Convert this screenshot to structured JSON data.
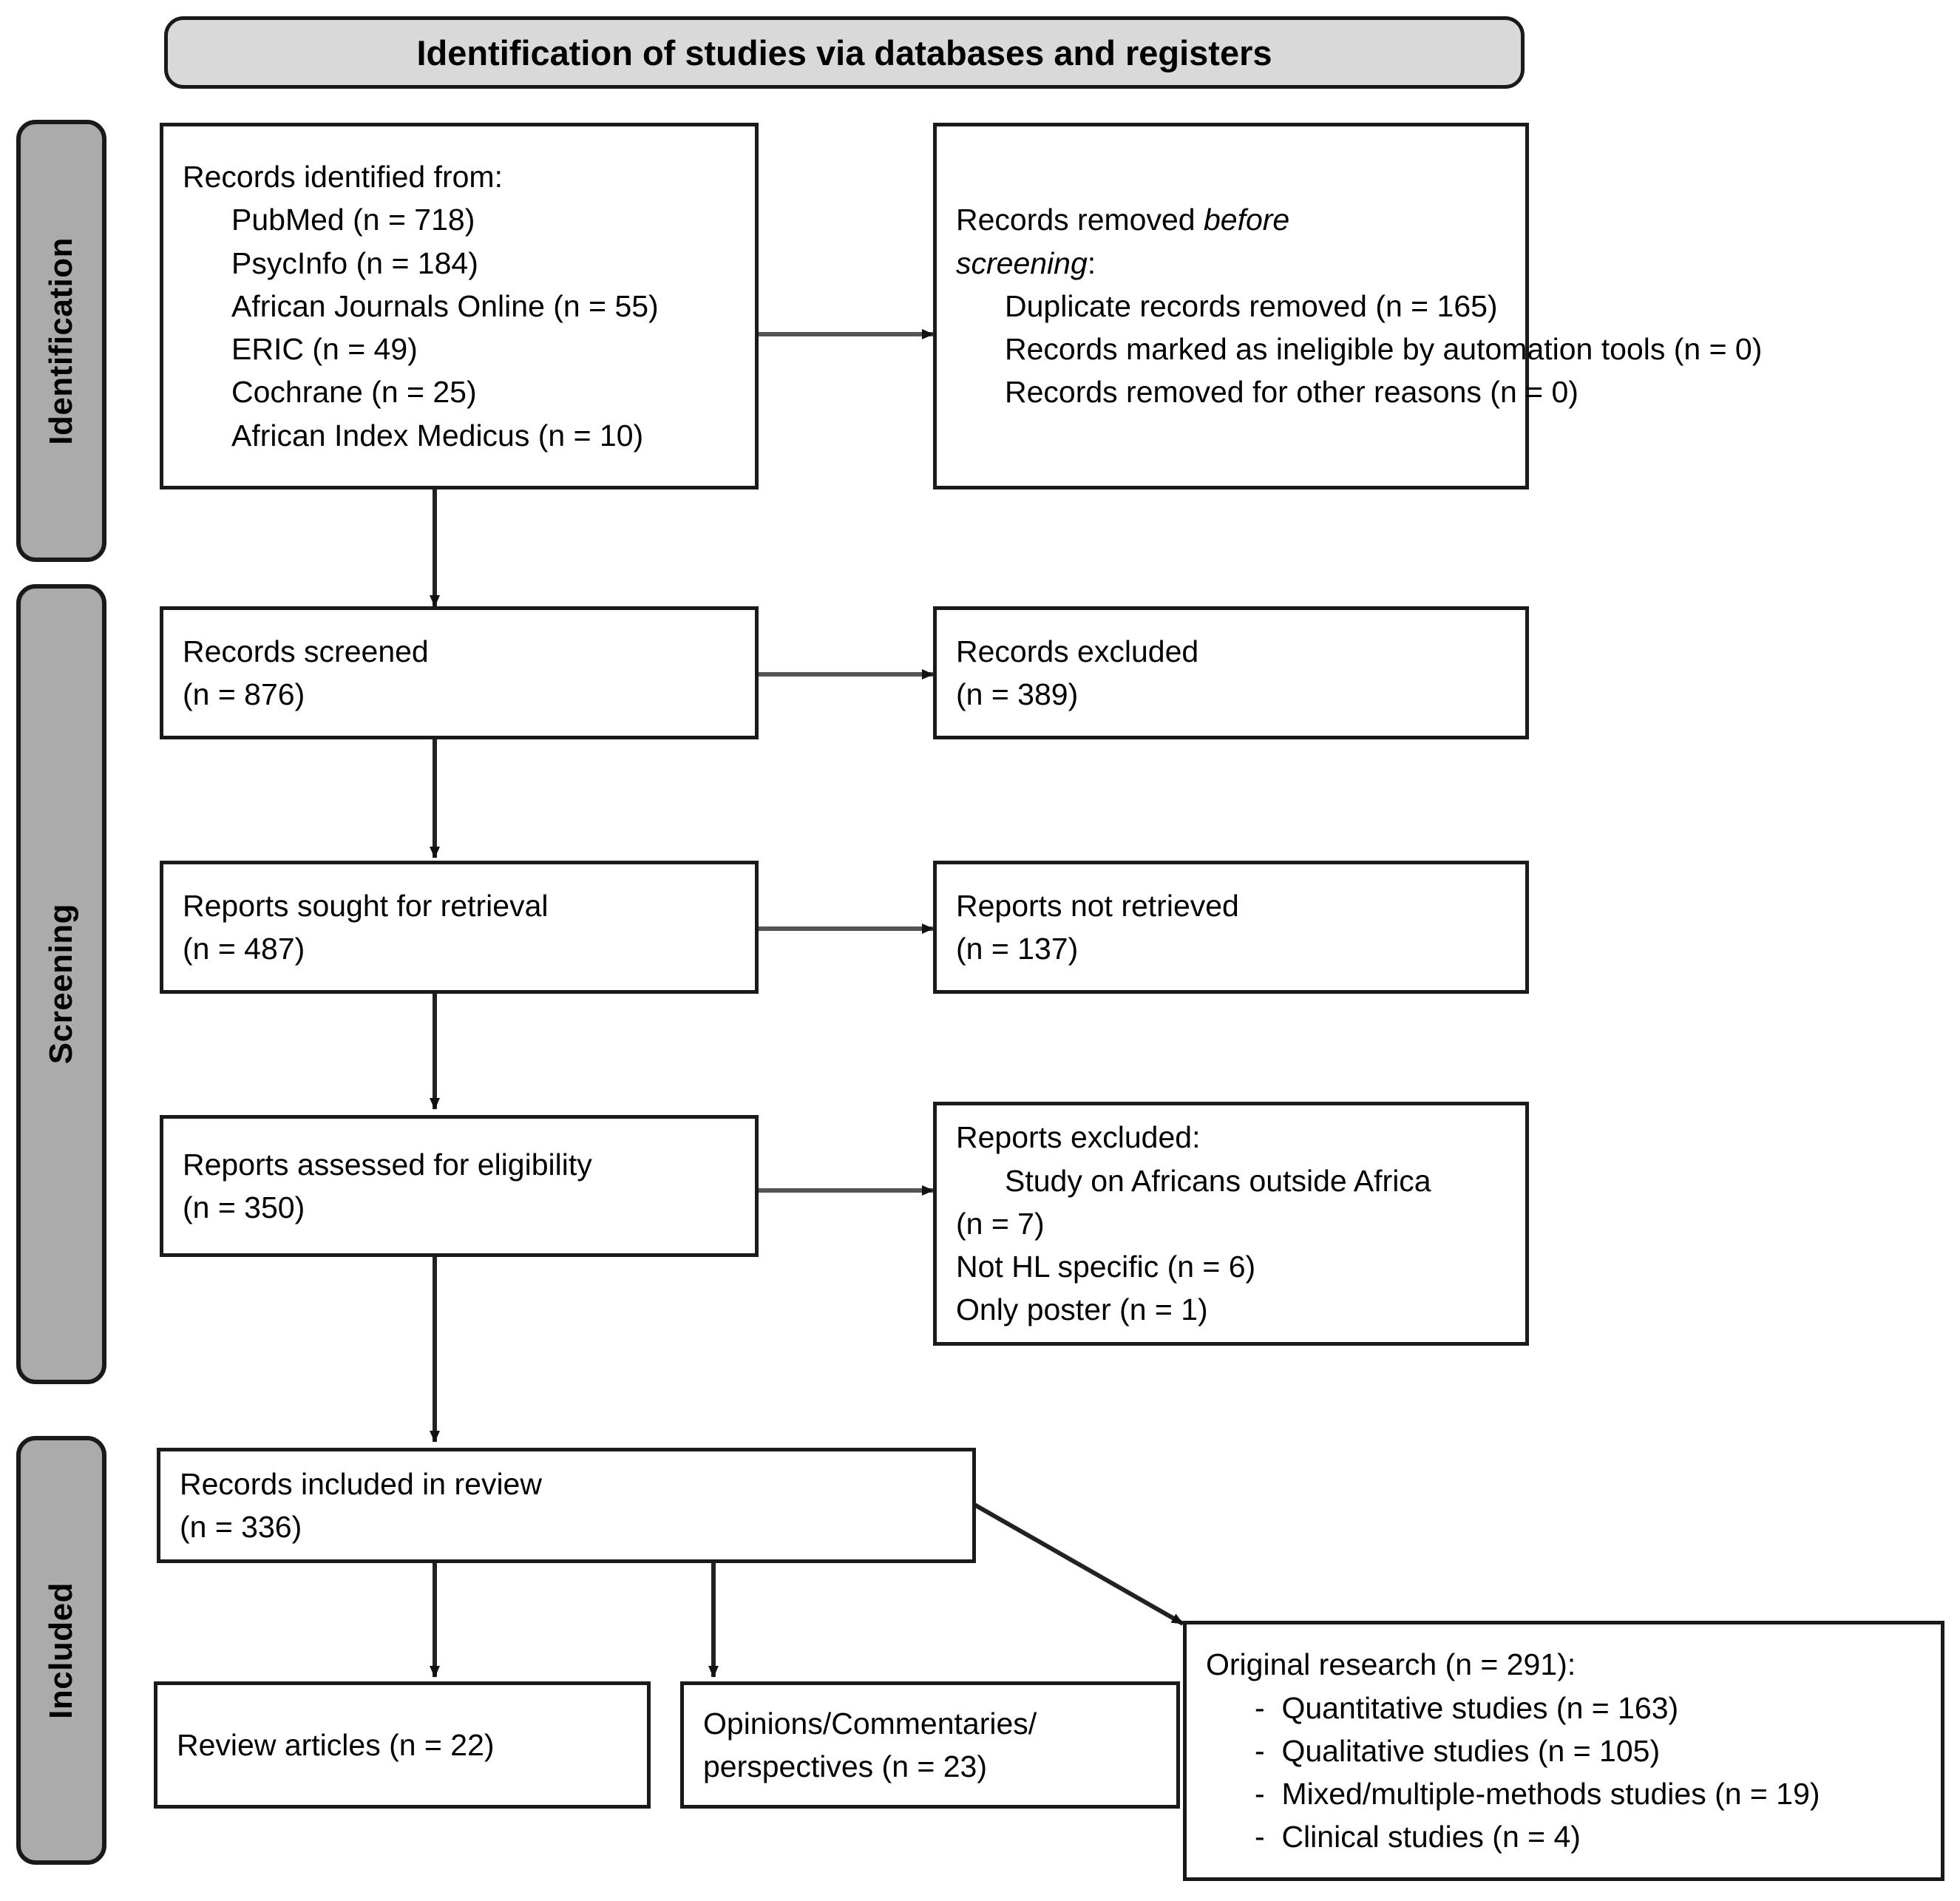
{
  "diagram": {
    "type": "prisma-flow-diagram",
    "banner": {
      "title": "Identification of studies via databases and registers"
    },
    "stages": [
      {
        "id": "identification",
        "label": "Identification"
      },
      {
        "id": "screening",
        "label": "Screening"
      },
      {
        "id": "included",
        "label": "Included"
      }
    ],
    "boxes": {
      "records_identified": {
        "heading": "Records identified from:",
        "sources": [
          {
            "name": "PubMed",
            "n": 718,
            "text": "PubMed (n = 718)"
          },
          {
            "name": "PsycInfo",
            "n": 184,
            "text": "PsycInfo (n = 184)"
          },
          {
            "name": "African Journals Online",
            "n": 55,
            "text": "African Journals Online (n = 55)"
          },
          {
            "name": "ERIC",
            "n": 49,
            "text": "ERIC (n = 49)"
          },
          {
            "name": "Cochrane",
            "n": 25,
            "text": "Cochrane (n = 25)"
          },
          {
            "name": "African Index Medicus",
            "n": 10,
            "text": "African Index Medicus (n = 10)"
          }
        ]
      },
      "records_removed": {
        "heading_plain": "Records removed ",
        "heading_italic_a": "before",
        "heading_italic_b": "screening",
        "heading_colon": ":",
        "items": [
          {
            "text": "Duplicate records removed (n = 165)",
            "n": 165
          },
          {
            "text": "Records marked as ineligible by automation tools (n = 0)",
            "n": 0
          },
          {
            "text": "Records removed for other reasons (n = 0)",
            "n": 0
          }
        ]
      },
      "records_screened": {
        "label": "Records screened",
        "count_text": "(n = 876)",
        "n": 876
      },
      "records_excluded": {
        "label": "Records excluded",
        "count_text": "(n = 389)",
        "n": 389
      },
      "reports_sought": {
        "label": "Reports sought for retrieval",
        "count_text": "(n = 487)",
        "n": 487
      },
      "reports_not_retrieved": {
        "label": "Reports not retrieved",
        "count_text": "(n = 137)",
        "n": 137
      },
      "reports_assessed": {
        "label": "Reports assessed for eligibility",
        "count_text": "(n = 350)",
        "n": 350
      },
      "reports_excluded": {
        "heading": "Reports excluded:",
        "items": [
          {
            "text": "Study on Africans outside Africa",
            "count_text": "(n = 7)",
            "n": 7
          },
          {
            "text": "Not HL specific (n = 6)",
            "n": 6
          },
          {
            "text": "Only poster (n = 1)",
            "n": 1
          }
        ]
      },
      "records_included": {
        "label": "Records included in review",
        "count_text": "(n = 336)",
        "n": 336
      },
      "review_articles": {
        "label": "Review articles (n = 22)",
        "n": 22
      },
      "opinions": {
        "line1": "Opinions/Commentaries/",
        "line2": "perspectives (n = 23)",
        "n": 23
      },
      "original_research": {
        "heading": "Original research (n = 291):",
        "n": 291,
        "items": [
          {
            "bullet": "-",
            "text": "Quantitative studies (n = 163)",
            "n": 163
          },
          {
            "bullet": "-",
            "text": "Qualitative studies (n = 105)",
            "n": 105
          },
          {
            "bullet": "-",
            "text": "Mixed/multiple-methods studies (n = 19)",
            "n": 19
          },
          {
            "bullet": "-",
            "text": "Clinical studies (n = 4)",
            "n": 4
          }
        ]
      }
    },
    "colors": {
      "banner_fill": "#d9d9d9",
      "sidebar_fill": "#ababab",
      "stroke": "#1a1a1a",
      "box_fill": "#ffffff",
      "connector": "#444444"
    }
  }
}
